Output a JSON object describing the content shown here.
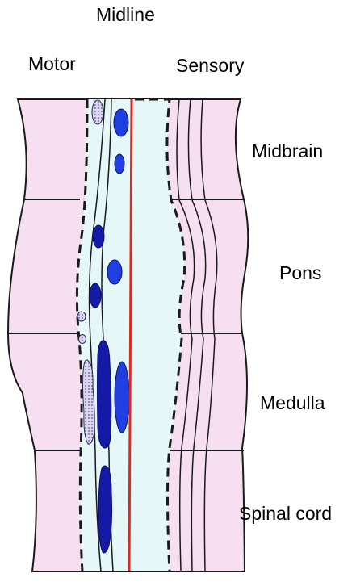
{
  "labels": {
    "midline": "Midline",
    "motor": "Motor",
    "sensory": "Sensory",
    "midbrain": "Midbrain",
    "pons": "Pons",
    "medulla": "Medulla",
    "spinal_cord": "Spinal cord"
  },
  "colors": {
    "outer_region": "#f6dff0",
    "central_region": "#e6f7f7",
    "midline": "#e8241c",
    "nucleus_blue": "#1f3fe0",
    "nucleus_dark_blue": "#141aa6",
    "nucleus_dotted": "#dcd6f0",
    "outline": "#1a1a1a"
  }
}
